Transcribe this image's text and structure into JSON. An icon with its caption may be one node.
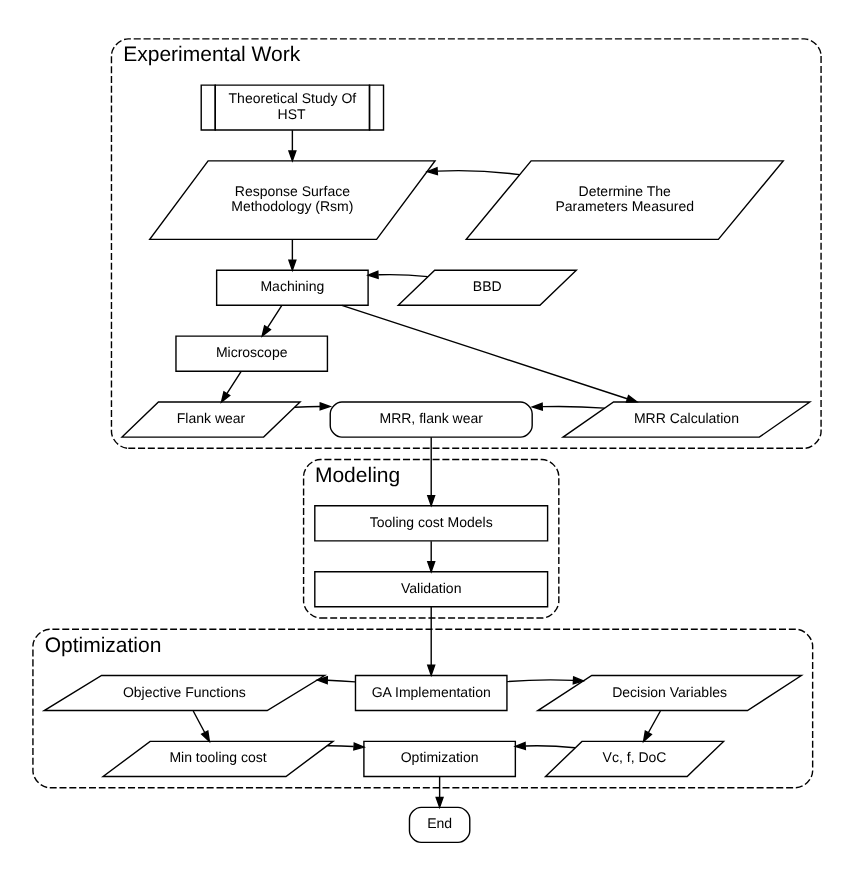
{
  "diagram": {
    "nodes": [
      {
        "text": [
          "Experimental Work"
        ]
      },
      {
        "text": [
          "Theoretical Study Of HST"
        ],
        "in": 0
      },
      {
        "text": [
          "Response Surface Methodology (Rsm)"
        ],
        "in": 0
      },
      {
        "text": [
          "Determine The Parameters Measured"
        ],
        "in": 0
      },
      {
        "text": [
          "Machining"
        ],
        "in": 0
      },
      {
        "text": [
          "BBD"
        ],
        "in": 0
      },
      {
        "text": [
          "Microscope"
        ],
        "in": 0
      },
      {
        "text": [
          "Flank wear"
        ],
        "in": 0
      },
      {
        "text": [
          "MRR, flank wear"
        ],
        "in": 0
      },
      {
        "text": [
          "MRR Calculation"
        ],
        "in": 0
      },
      {
        "text": [
          "Modeling"
        ]
      },
      {
        "text": [
          "Tooling cost Models"
        ],
        "in": 10
      },
      {
        "text": [
          "Validation"
        ],
        "in": 10
      },
      {
        "text": [
          "Optimization"
        ]
      },
      {
        "text": [
          "Objective Functions"
        ],
        "in": 13
      },
      {
        "text": [
          "GA Implementation"
        ],
        "in": 13
      },
      {
        "text": [
          "Decision Variables"
        ],
        "in": 13
      },
      {
        "text": [
          "Min tooling cost"
        ],
        "in": 13
      },
      {
        "text": [
          "Optimization"
        ],
        "in": 13
      },
      {
        "text": [
          "Vc, f, DoC"
        ],
        "in": 13
      },
      {
        "text": [
          "End"
        ]
      }
    ],
    "edges": [
      {
        "from": 1,
        "to": 2,
        "arrow": "to"
      },
      {
        "from": 3,
        "to": 2,
        "arrow": "to"
      },
      {
        "from": 2,
        "to": 4,
        "arrow": "to"
      },
      {
        "from": 5,
        "to": 4,
        "arrow": "to"
      },
      {
        "from": 4,
        "to": 6,
        "arrow": "to"
      },
      {
        "from": 4,
        "to": 9,
        "arrow": "to"
      },
      {
        "from": 6,
        "to": 7,
        "arrow": "to"
      },
      {
        "from": 7,
        "to": 8,
        "arrow": "to"
      },
      {
        "from": 9,
        "to": 8,
        "arrow": "to"
      },
      {
        "from": 8,
        "to": 11,
        "arrow": "to"
      },
      {
        "from": 11,
        "to": 12,
        "arrow": "to"
      },
      {
        "from": 12,
        "to": 15,
        "arrow": "to"
      },
      {
        "from": 15,
        "to": 14,
        "arrow": "to"
      },
      {
        "from": 15,
        "to": 16,
        "arrow": "to"
      },
      {
        "from": 14,
        "to": 17,
        "arrow": "to"
      },
      {
        "from": 16,
        "to": 19,
        "arrow": "to"
      },
      {
        "from": 17,
        "to": 18,
        "arrow": "to"
      },
      {
        "from": 19,
        "to": 18,
        "arrow": "to"
      },
      {
        "from": 18,
        "to": 20,
        "arrow": "to"
      }
    ]
  }
}
